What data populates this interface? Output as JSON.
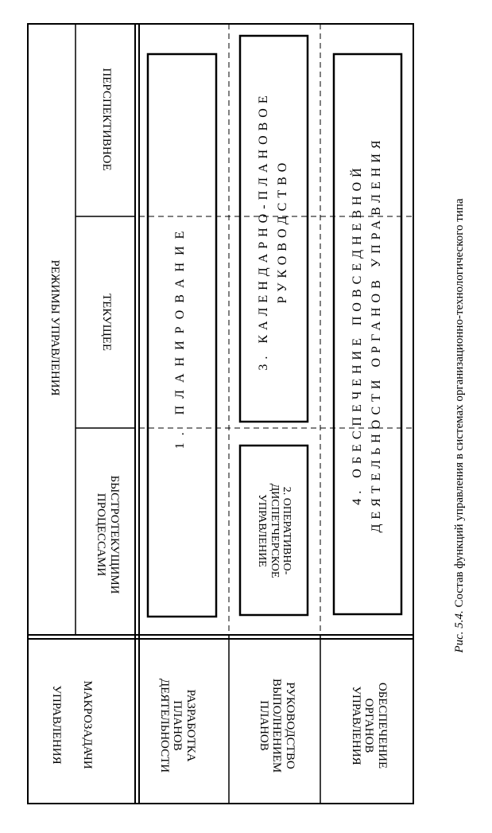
{
  "header_macro": [
    "МАКРОЗАДАЧИ",
    "УПРАВЛЕНИЯ"
  ],
  "header_modes": "РЕЖИМЫ УПРАВЛЕНИЯ",
  "modes": [
    [
      "БЫСТРОТЕКУЩИМИ",
      "ПРОЦЕССАМИ"
    ],
    [
      "ТЕКУЩЕЕ"
    ],
    [
      "ПЕРСПЕКТИВНОЕ"
    ]
  ],
  "rows": [
    [
      "РАЗРАБОТКА",
      "ПЛАНОВ",
      "ДЕЯТЕЛЬНОСТИ"
    ],
    [
      "РУКОВОДСТВО",
      "ВЫПОЛНЕНИЕМ",
      "ПЛАНОВ"
    ],
    [
      "ОБЕСПЕЧЕНИЕ",
      "ОРГАНОВ",
      "УПРАВЛЕНИЯ"
    ]
  ],
  "boxes": {
    "planning": "1. ПЛАНИРОВАНИЕ",
    "operational": [
      "2. ОПЕРАТИВНО-",
      "ДИСПЕТЧЕРСКОЕ",
      "УПРАВЛЕНИЕ"
    ],
    "calendar": [
      "3. КАЛЕНДАРНО-ПЛАНОВОЕ",
      "РУКОВОДСТВО"
    ],
    "support": [
      "4. ОБЕСПЕЧЕНИЕ ПОВСЕДНЕВНОЙ",
      "ДЕЯТЕЛЬНОСТИ ОРГАНОВ УПРАВЛЕНИЯ"
    ]
  },
  "caption": {
    "prefix": "Рис. 5.4.",
    "text": "Состав функций управления в системах организационно-технологического типа"
  }
}
